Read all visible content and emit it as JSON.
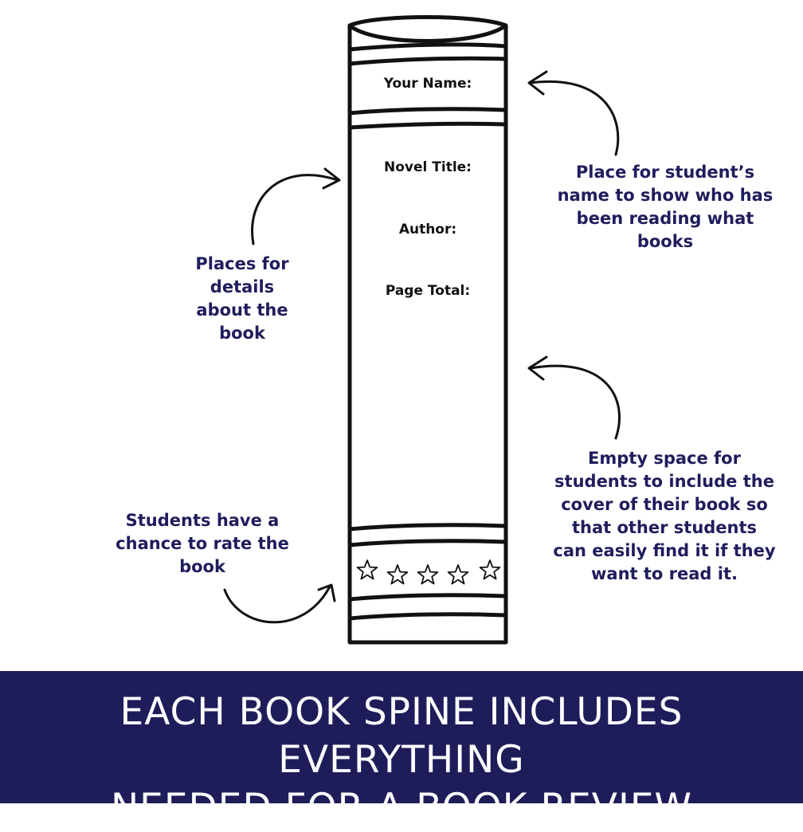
{
  "spine": {
    "name_label": "Your Name:",
    "title_label": "Novel Title:",
    "author_label": "Author:",
    "pages_label": "Page Total:",
    "rating_stars": 5
  },
  "annotations": {
    "student_name": "Place for student’s\nname to show who has\nbeen reading what\nbooks",
    "book_details": "Places for\ndetails\nabout the\nbook",
    "empty_space": "Empty space for\nstudents to include the\ncover of their book so\nthat other students\ncan easily find it if they\nwant to read it.",
    "rating": "Students have a\nchance to rate the\nbook"
  },
  "banner": {
    "text": "EACH BOOK SPINE INCLUDES EVERYTHING\nNEEDED FOR A BOOK REVIEW"
  },
  "colors": {
    "annotation_text": "#1f1d5c",
    "banner_bg": "#1e1d59",
    "banner_text": "#ffffff",
    "outline": "#111111"
  }
}
